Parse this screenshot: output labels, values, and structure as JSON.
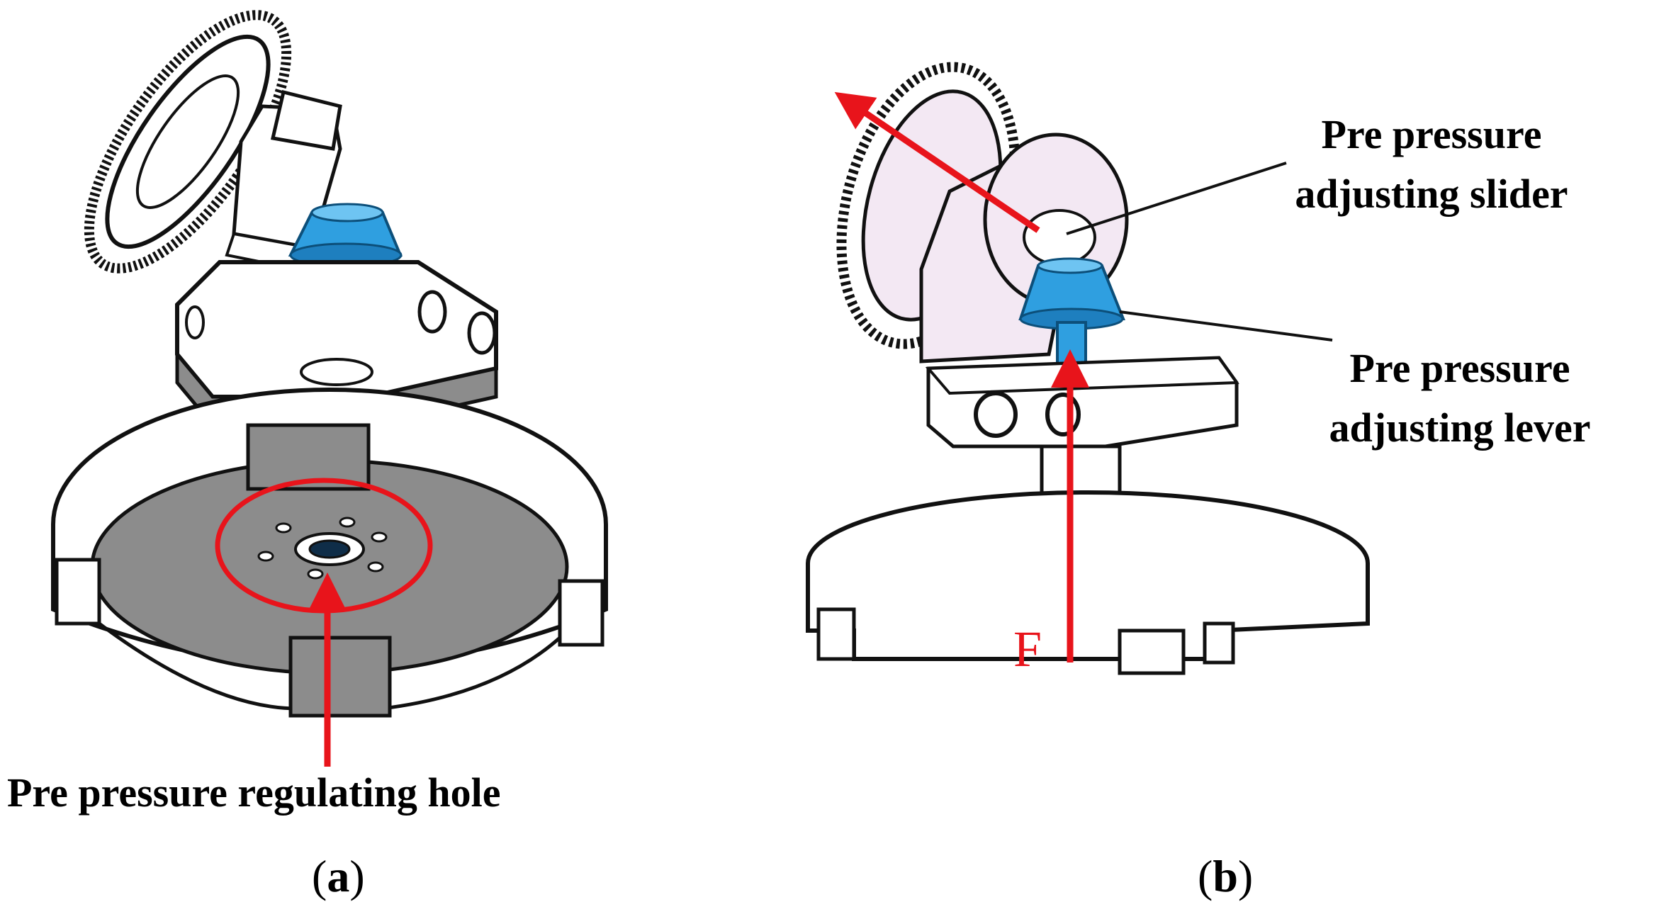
{
  "panel_a": {
    "label": "Pre pressure regulating hole",
    "caption_letter": "a"
  },
  "panel_b": {
    "label_slider_line1": "Pre pressure",
    "label_slider_line2": "adjusting slider",
    "label_lever_line1": "Pre pressure",
    "label_lever_line2": "adjusting lever",
    "force_label": "F",
    "caption_letter": "b"
  },
  "colors": {
    "arrow_red": "#e8141b",
    "part_blue": "#2f9fe0",
    "base_grey": "#8c8c8c",
    "body_white": "#ffffff",
    "slider_pink": "#f3e8f3"
  }
}
